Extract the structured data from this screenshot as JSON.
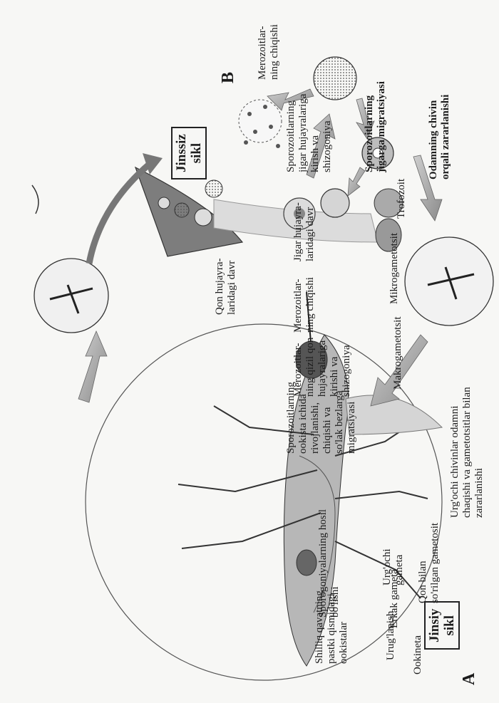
{
  "labels": {
    "sexual_cycle": "Jinsiy\nsikl",
    "asexual_cycle": "Jinssiz\nsikl",
    "letter_a": "A",
    "letter_b": "B",
    "blood_gametocyte": "Qon bilan\nso'rilgan gametosit",
    "female_gamete": "Urg'ochi\ngameta",
    "male_gamete": "Erkak gameta",
    "fertilization": "Urug'lanish",
    "ookinete": "Ookineta",
    "oocysts_under": "Shilliq qavatning\npastki qismidagi\nookistalar",
    "sporogony": "Sporogoniyalarning hosil\nbo'lishi",
    "sporozoites_in_oocyst": "Sporozoitlarning\nookista ichida\nrivojlanishi,\nchiqishi va\nso'lak bezlarga\nmigratsiyasi",
    "human_infection": "Odamning chivin\norqali zararlanishi",
    "migration_liver": "Sporozoitlarning\njigarga migratsiyasi",
    "liver_entry": "Sporozoitlarning\njigar hujayralariga\nkirish va\nshizogoniya",
    "liver_stage": "Jigar hujayra-\nlaridagi davr",
    "merozoites_exit_1": "Merozoitlar-\nning chiqishi",
    "merozoites_entry_rbc": "Merozoitlar-\nning qizil qon\nhujayralariga\nkirishi va\nshizogoniya",
    "blood_stage": "Qon hujayra-\nlaridagi davr",
    "merozoites_exit_2": "Merozoitlar-\nning chiqishi",
    "trophozoite": "Trofozoit",
    "microgametocyte": "Mikrogametotsit",
    "macrogametocyte": "Makrogametotsit",
    "female_infection": "Urg'ochi chivinlar odamni\nchaqishi va gametotsitlar bilan\nzararlanishi"
  }
}
